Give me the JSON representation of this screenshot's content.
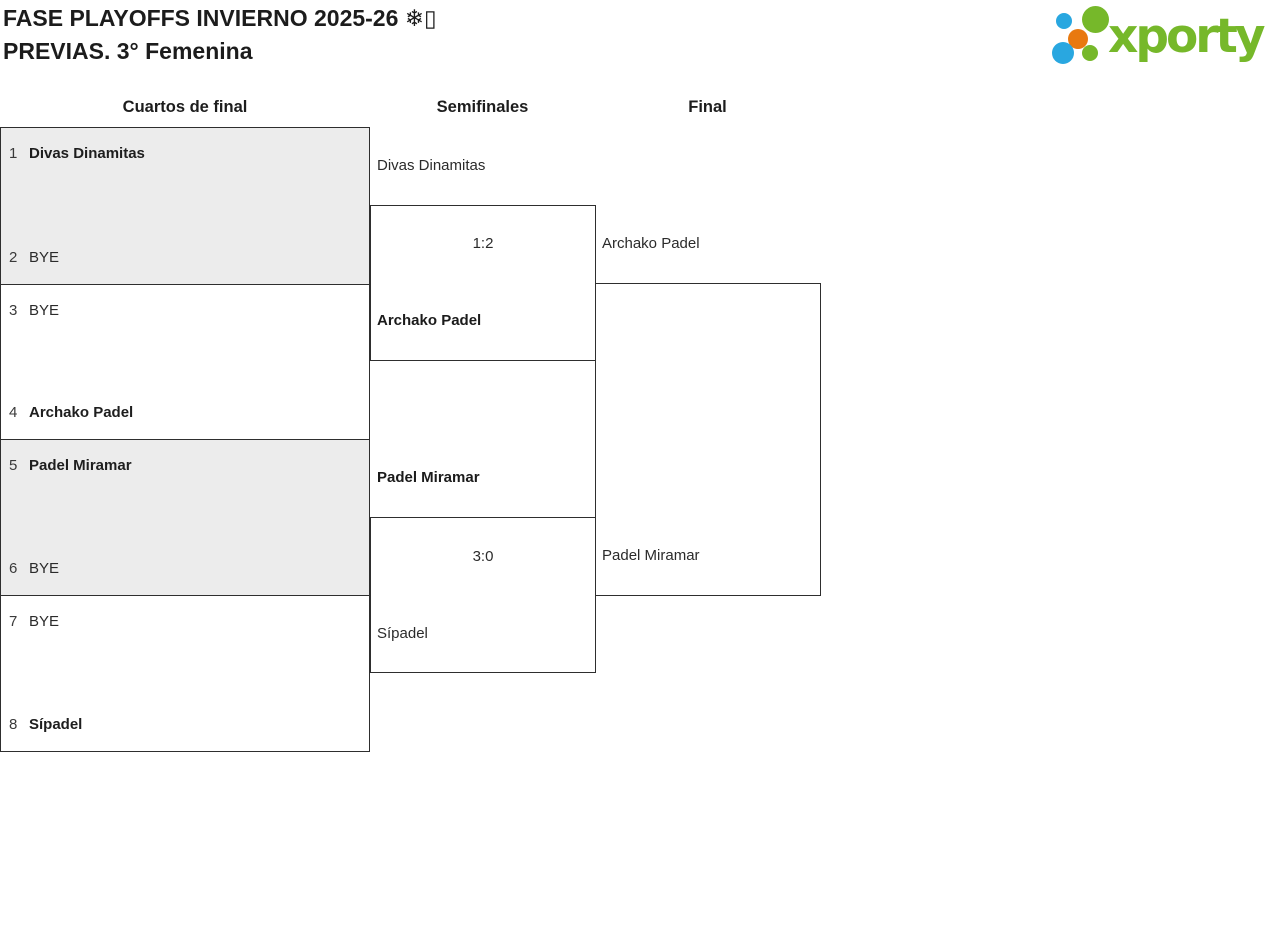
{
  "header": {
    "title_line1": "FASE PLAYOFFS INVIERNO 2025-26 ❄▯",
    "title_line2": "PREVIAS. 3° Femenina"
  },
  "logo": {
    "text": "xporty",
    "colors": {
      "green": "#76b82a",
      "blue": "#29a7e0",
      "orange": "#e8790f"
    }
  },
  "round_headers": {
    "quarterfinals": "Cuartos de final",
    "semifinals": "Semifinales",
    "final": "Final"
  },
  "bracket": {
    "quarterfinals": [
      {
        "slot1": {
          "seed": "1",
          "name": "Divas Dinamitas"
        },
        "slot2": {
          "seed": "2",
          "name": "BYE"
        }
      },
      {
        "slot1": {
          "seed": "3",
          "name": "BYE"
        },
        "slot2": {
          "seed": "4",
          "name": "Archako Padel"
        }
      },
      {
        "slot1": {
          "seed": "5",
          "name": "Padel Miramar"
        },
        "slot2": {
          "seed": "6",
          "name": "BYE"
        }
      },
      {
        "slot1": {
          "seed": "7",
          "name": "BYE"
        },
        "slot2": {
          "seed": "8",
          "name": "Sípadel"
        }
      }
    ],
    "semifinals": [
      {
        "top": "Divas Dinamitas",
        "score": "1:2",
        "bottom": "Archako Padel"
      },
      {
        "top": "Padel Miramar",
        "score": "3:0",
        "bottom": "Sípadel"
      }
    ],
    "final": {
      "top": "Archako Padel",
      "bottom": "Padel Miramar"
    }
  }
}
